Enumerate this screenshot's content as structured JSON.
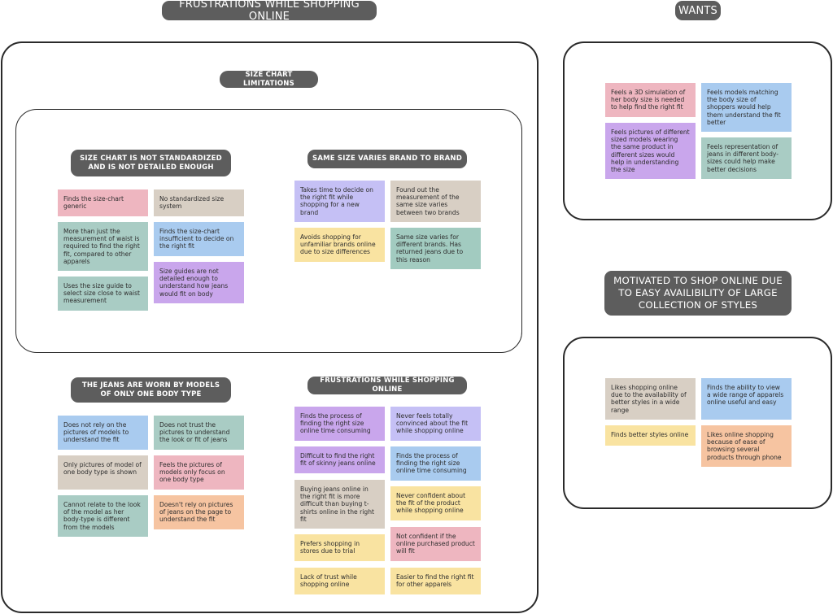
{
  "headers": {
    "frustrations": "FRUSTRATIONS WHILE SHOPPING ONLINE",
    "wants": "WANTS",
    "motivated": "MOTIVATED TO SHOP ONLINE DUE TO EASY AVAILIBILITY OF LARGE COLLECTION OF STYLES"
  },
  "groups": {
    "size_chart_limitations": "SIZE CHART LIMITATIONS",
    "not_standardized": "SIZE CHART IS NOT STANDARDIZED AND IS NOT DETAILED ENOUGH",
    "same_size_varies": "SAME SIZE VARIES BRAND TO BRAND",
    "models_one_body": "THE JEANS ARE WORN BY MODELS OF ONLY ONE BODY TYPE",
    "frustrations_sub": "FRUSTRATIONS WHILE SHOPPING ONLINE"
  },
  "notes": {
    "ns1": "Finds the size-chart generic",
    "ns2": "No standardized size system",
    "ns3": "More than just the measurement of waist is required to find the right fit, compared to other apparels",
    "ns4": "Finds the size-chart insufficient to decide on the right fit",
    "ns5": "Uses the size guide to select size close to waist measurement",
    "ns6": "Size guides are not detailed enough to understand how jeans would fit on body",
    "sv1": "Takes time to decide on the right fit while shopping for a new brand",
    "sv2": "Found out the measurement of the same size varies between two brands",
    "sv3": "Avoids shopping for unfamiliar brands online due to size differences",
    "sv4": "Same size varies for different brands. Has returned jeans due to this reason",
    "mb1": "Does not rely on the pictures of models to understand the fit",
    "mb2": "Does not trust the pictures to understand the look or fit of jeans",
    "mb3": "Only pictures of model of one body type is shown",
    "mb4": "Feels the pictures of models only focus on one body type",
    "mb5": "Cannot relate to the look of the model as her body-type is different from the models",
    "mb6": "Doesn't rely on pictures of jeans on the page to understand the fit",
    "fs1": "Finds the process of finding the right size online time consuming",
    "fs2": "Never feels totally convinced about the fit while shopping online",
    "fs3": "Difficult to find the right fit of skinny jeans online",
    "fs4": "Finds the process of finding the right size online time consuming",
    "fs5": "Buying jeans online in the right fit is more difficult than buying t-shirts online in the right fit",
    "fs6": "Never confident about the fit of the product while shopping online",
    "fs7": "Prefers shopping in stores due to trial",
    "fs8": "Not confident if the online purchased product will fit",
    "fs9": "Lack of trust while shopping online",
    "fs10": "Easier to find the right fit for other apparels",
    "w1": "Feels a 3D simulation of her body size is needed to help find the right fit",
    "w2": "Feels models matching the body size of shoppers would help them understand the fit better",
    "w3": "Feels pictures of different sized models wearing the same product in different sizes would help in understanding the size",
    "w4": "Feels representation of jeans in different body-sizes could help make better decisions",
    "m1": "Likes shopping online due to the availability of better styles in a wide range",
    "m2": "Finds the ability to view a wide range of apparels online useful and easy",
    "m3": "Finds better styles online",
    "m4": "Likes online shopping because of ease of browsing several products through phone"
  },
  "colors": {
    "header_bg": "#5d5d5d",
    "pink": "#eeb6c0",
    "beige": "#d8cfc4",
    "green": "#a9ccc4",
    "blue": "#a9cbef",
    "purple": "#c9a6ec",
    "lavender": "#c5c0f5",
    "yellow": "#f9e3a1",
    "peach": "#f6c4a1",
    "teal": "#a2cbc0"
  }
}
